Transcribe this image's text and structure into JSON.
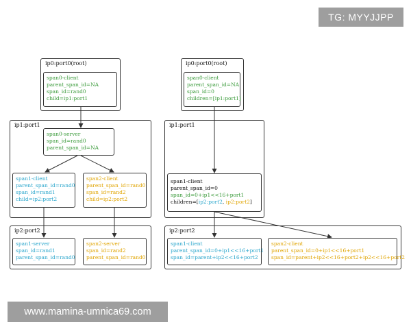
{
  "watermark": "TG: MYYJJPP",
  "footer": "www.mamina-umnica69.com",
  "left": {
    "group_root": "ip0:port0(root)",
    "group_ip1": "ip1:port1",
    "group_ip2": "ip2:port2",
    "span0_client": [
      "span0-client",
      "parent_span_id=NA",
      "span_id=rand0",
      "child=ip1:port1"
    ],
    "span0_server": [
      "span0-server",
      "span_id=rand0",
      "parent_span_id=NA"
    ],
    "span1_client": [
      "span1-client",
      "parent_span_id=rand0",
      "span_id=rand1",
      "child=ip2:port2"
    ],
    "span2_client": [
      "span2-client",
      "parent_span_id=rand0",
      "span_id=rand2",
      "child=ip2:port2"
    ],
    "span1_server": [
      "span1-server",
      "span_id=rand1",
      "parent_span_id=rand0"
    ],
    "span2_server": [
      "span2-server",
      "span_id=rand2",
      "parent_span_id=rand0"
    ]
  },
  "right": {
    "group_root": "ip0:port0(root)",
    "group_ip1": "ip1:port1",
    "group_ip2": "ip2:port2",
    "span0_client": [
      "span0-client",
      "parent_span_id=NA",
      "span_id=0",
      "children=[ip1:port1]"
    ],
    "span1_client": {
      "title": "span1-client",
      "parent": "parent_span_id=0",
      "span_id": "span_id=0+ip1<<16+port1",
      "children_prefix": "children=[",
      "child1": "ip2:port2",
      "sep": ", ",
      "child2": "ip2:port2",
      "children_suffix": "]"
    },
    "span1_client_ip2": [
      "span1-client",
      "parent_span_id=0+ip1<<16+port1",
      "span_id=parent+ip2<<16+port2"
    ],
    "span2_client_ip2": [
      "span2-client",
      "parent_span_id=0+ip1<<16+port1",
      "span_id=parent+ip2<<16+port2+ip2<<16+port2"
    ]
  },
  "colors": {
    "green": "#3a9a3a",
    "blue": "#2aa6cc",
    "orange": "#e0a400",
    "line": "#333333"
  }
}
